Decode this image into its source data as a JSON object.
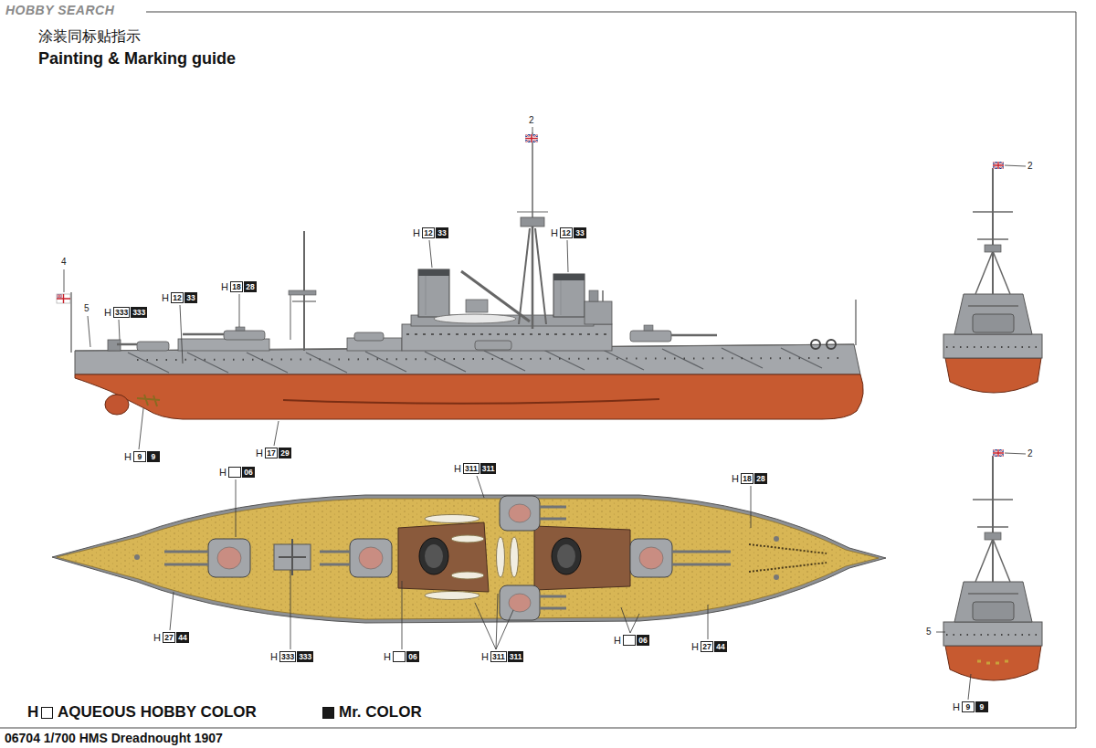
{
  "diagram": {
    "title": "Painting & Marking guide",
    "caption": "06704 1/700 HMS Dreadnought 1907",
    "labels": [
      "HOBBY SEARCH",
      "涂装同标贴指示",
      "2",
      "H",
      "12",
      "33",
      "H",
      "12",
      "33",
      "4",
      "5",
      "H",
      "333",
      "333",
      "H",
      "12",
      "33",
      "H",
      "18",
      "28",
      "H",
      "9",
      "9",
      "H",
      "17",
      "29",
      "H",
      "06",
      "H",
      "311",
      "311",
      "H",
      "18",
      "28",
      "H",
      "27",
      "44",
      "H",
      "333",
      "333",
      "H",
      "06",
      "H",
      "311",
      "311",
      "H",
      "06",
      "H",
      "27",
      "44",
      "2",
      "2",
      "5",
      "H",
      "9",
      "9",
      "H"
    ],
    "legend": [
      {
        "text": "AQUEOUS HOBBY COLOR",
        "color": "#ffffff"
      },
      {
        "text": "Mr. COLOR",
        "color": "#1a1a1a"
      }
    ]
  }
}
